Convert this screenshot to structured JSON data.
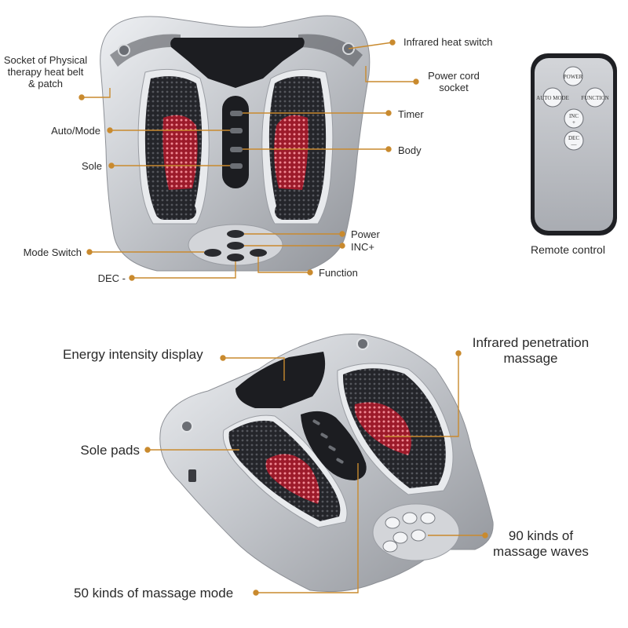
{
  "top_device": {
    "labels": {
      "infrared_heat_switch": "Infrared heat switch",
      "socket_heat_belt": [
        "Socket of Physical",
        "therapy heat belt",
        "& patch"
      ],
      "power_cord_socket": [
        "Power cord",
        "socket"
      ],
      "timer": "Timer",
      "auto_mode": "Auto/Mode",
      "body": "Body",
      "sole": "Sole",
      "power": "Power",
      "inc": "INC+",
      "mode_switch": "Mode Switch",
      "function": "Function",
      "dec": "DEC  -"
    }
  },
  "remote": {
    "caption": "Remote control",
    "buttons": {
      "power": "POWER",
      "auto_mode": "AUTO MODE",
      "function": "FUNCTION",
      "inc": "INC",
      "inc_sign": "+",
      "dec": "DEC",
      "dec_sign": "—"
    }
  },
  "bottom_device": {
    "labels": {
      "energy_display": "Energy intensity display",
      "infrared_penetration": [
        "Infrared penetration",
        "massage"
      ],
      "sole_pads": "Sole pads",
      "kinds_waves": [
        "90 kinds of",
        "massage waves"
      ],
      "kinds_mode": "50 kinds of massage mode"
    }
  },
  "colors": {
    "leader": "#c98a2e",
    "silver": "#c9cbd0",
    "pad": "#2a2b2f",
    "heat": "#c8253a",
    "text": "#2a2a2a"
  }
}
